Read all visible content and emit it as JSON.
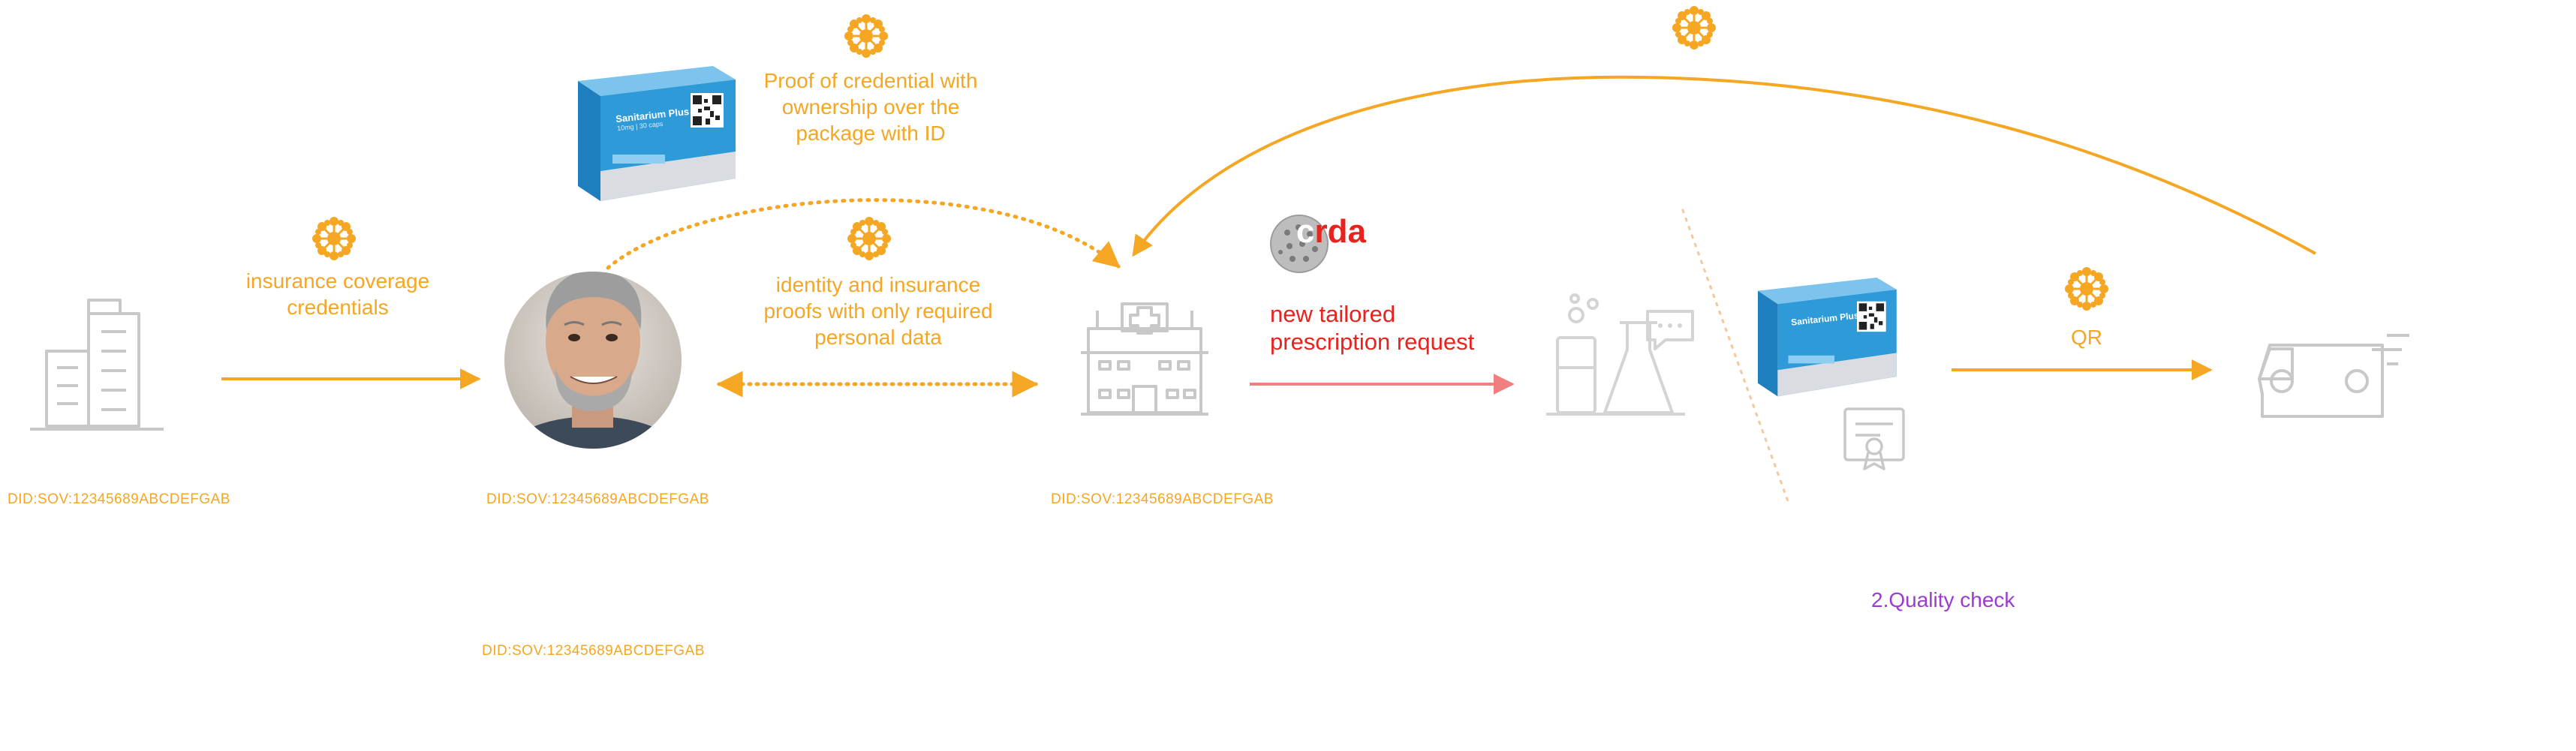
{
  "colors": {
    "accent": "#f5a623",
    "red": "#e8231e",
    "salmon": "#f08080",
    "purple": "#9b3bd0",
    "icon_gray": "#c8c8c8",
    "box_blue": "#2e9ad8"
  },
  "icons": [
    "building-icon",
    "person-avatar",
    "hospital-icon",
    "lab-flask-icon",
    "certificate-icon",
    "delivery-truck-icon",
    "sovrin-burst-icon",
    "medicine-package",
    "qr-code-icon",
    "corda-logo"
  ],
  "labels": {
    "insurance": "insurance coverage credentials",
    "proof": "Proof of credential with ownership over the package with ID",
    "identity": "identity and insurance proofs with only required personal data",
    "prescription": "new tailored prescription request",
    "qr": "QR",
    "quality": "2.Quality check"
  },
  "dids": {
    "insurer": "DID:SOV:12345689ABCDEFGAB",
    "patient": "DID:SOV:12345689ABCDEFGAB",
    "hospital": "DID:SOV:12345689ABCDEFGAB",
    "lower": "DID:SOV:12345689ABCDEFGAB"
  },
  "package": {
    "brand": "Sanitarium Plus",
    "sub": "10mg | 30 caps"
  },
  "logo": {
    "prefix": "c",
    "suffix": "rda"
  }
}
